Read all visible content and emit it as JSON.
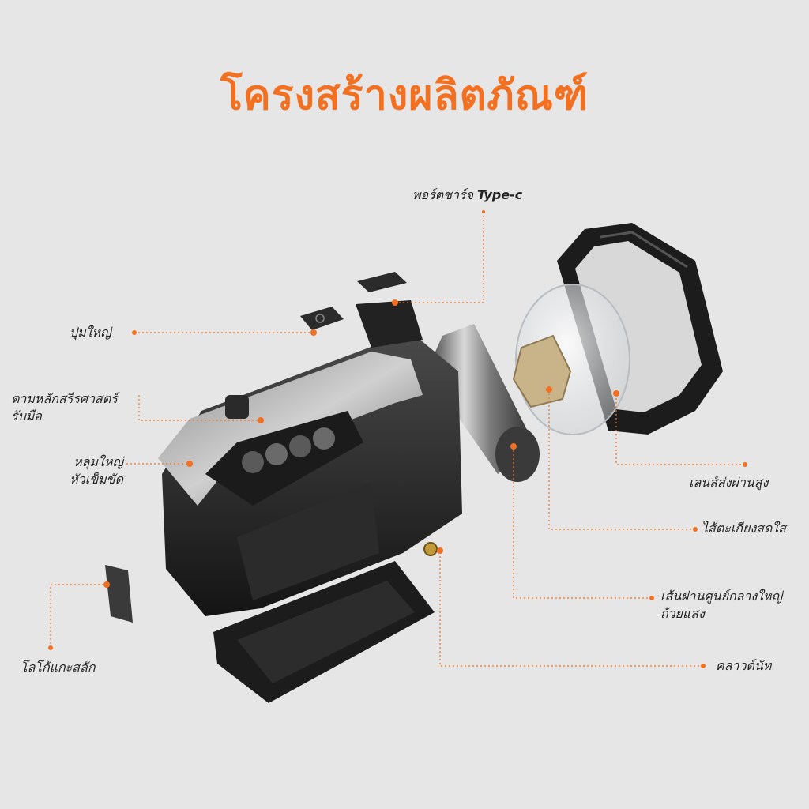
{
  "title": "โครงสร้างผลิตภัณฑ์",
  "labels": {
    "charging_port": "พอร์ตชาร์จ",
    "charging_port_type": "Type-c",
    "big_button": "ปุ่มใหญ่",
    "ergonomic_grip_line1": "ตามหลักสรีรศาสตร์",
    "ergonomic_grip_line2": "รับมือ",
    "big_hole_line1": "หลุมใหญ่",
    "big_hole_line2": "หัวเข็มขัด",
    "logo_sticker": "โลโก้แกะสลัก",
    "lens": "เลนส์ส่งผ่านสูง",
    "wick": "ไส้ตะเกียงสดใส",
    "reflector_line1": "เส้นผ่านศูนย์กลางใหญ่",
    "reflector_line2": "ถ้วยแสง",
    "nut": "คลาวด์นัท"
  },
  "colors": {
    "accent": "#f37021",
    "text": "#222222",
    "background": "#e6e6e6"
  }
}
